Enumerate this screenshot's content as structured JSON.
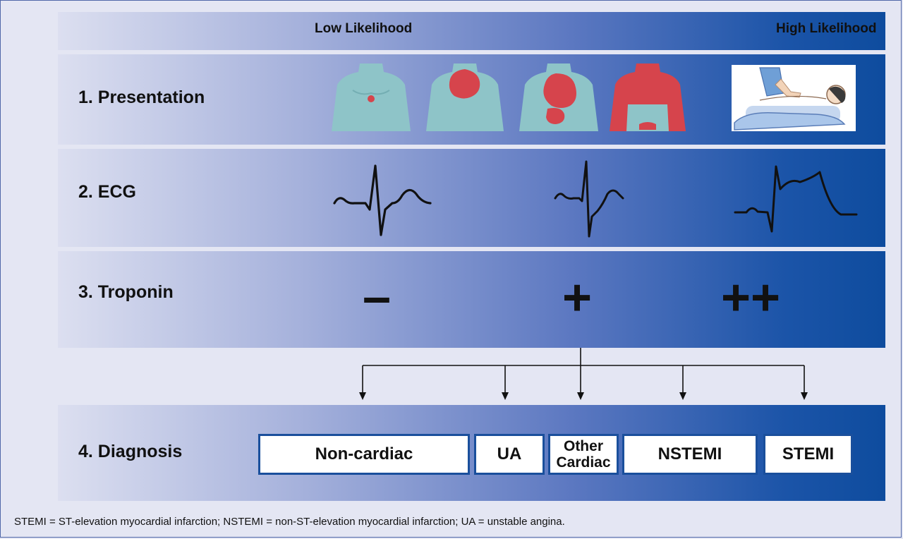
{
  "header": {
    "low": "Low Likelihood",
    "high": "High Likelihood"
  },
  "rows": {
    "presentation": "1. Presentation",
    "ecg": "2. ECG",
    "troponin": "3. Troponin",
    "diagnosis": "4. Diagnosis"
  },
  "troponin_signs": {
    "negative": "–",
    "positive": "+",
    "strong_positive": "++"
  },
  "diagnoses": {
    "non_cardiac": "Non-cardiac",
    "ua": "UA",
    "other_cardiac": "Other Cardiac",
    "nstemi": "NSTEMI",
    "stemi": "STEMI"
  },
  "footnote": "STEMI = ST-elevation myocardial infarction; NSTEMI = non-ST-elevation myocardial infarction; UA = unstable angina.",
  "colors": {
    "band_light": "#dcdff0",
    "band_dark": "#0e4c9e",
    "torso": "#8ec4c8",
    "pain": "#d6444c",
    "box_border": "#1a4f9c"
  }
}
